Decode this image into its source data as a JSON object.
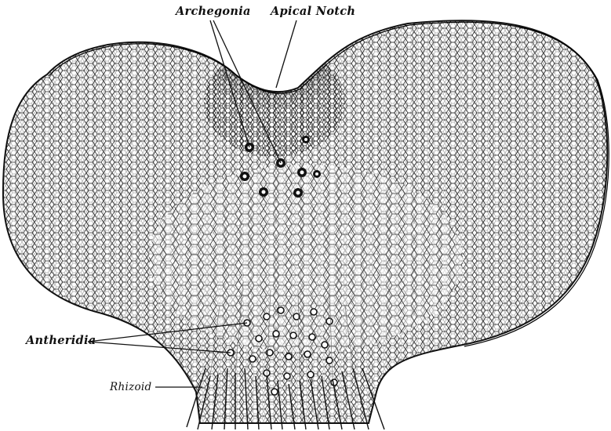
{
  "labels": {
    "archegonia": "Archegonia",
    "apical_notch": "Apical Notch",
    "antheridia": "Antheridia",
    "rhizoid": "Rhizoid"
  },
  "colors": {
    "ink": "#111111",
    "background": "#ffffff"
  }
}
